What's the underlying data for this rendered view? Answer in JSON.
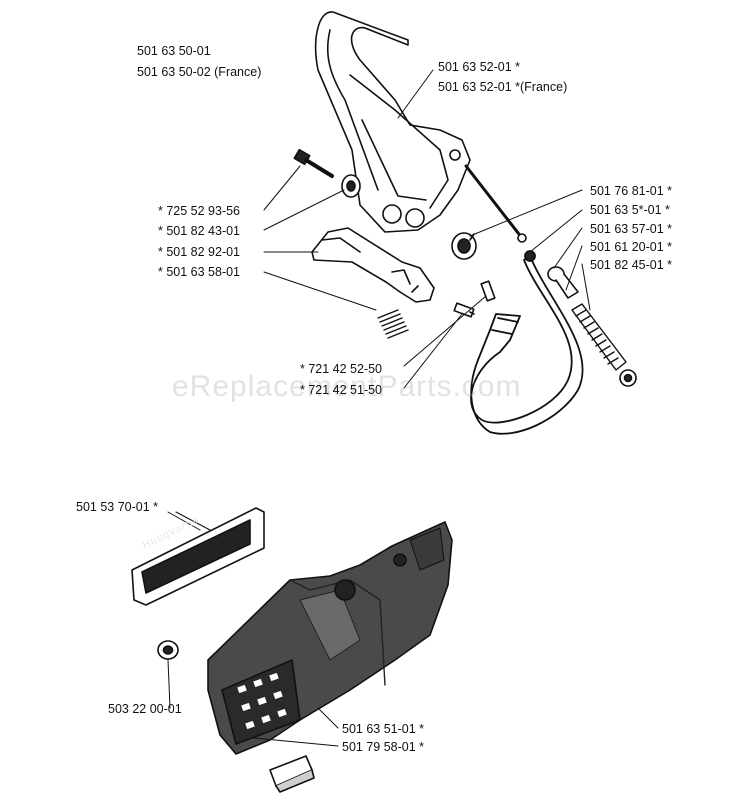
{
  "watermark": "eReplacementParts.com",
  "logo_text": "Husqvarna",
  "labels": {
    "top_left_1": "501 63 50-01",
    "top_left_2": "501 63 50-02 (France)",
    "handle_1": "501 63 52-01  *",
    "handle_2": "501 63 52-01  *(France)",
    "left_1": "*  725 52 93-56",
    "left_2": "*  501 82 43-01",
    "left_3": "*  501 82 92-01",
    "left_4": "*  501 63 58-01",
    "right_1": "501 76 81-01  *",
    "right_2": "501 63 5*-01  *",
    "right_3": "501 63 57-01  *",
    "right_4": "501 61 20-01  *",
    "right_5": "501 82 45-01  *",
    "pin_1": "*  721 42 52-50",
    "pin_2": "*  721 42 51-50",
    "decal": "501 53 70-01  *",
    "nut": "503 22 00-01",
    "cover": "501 63 51-01  *",
    "catcher": "501 79 58-01  *"
  }
}
